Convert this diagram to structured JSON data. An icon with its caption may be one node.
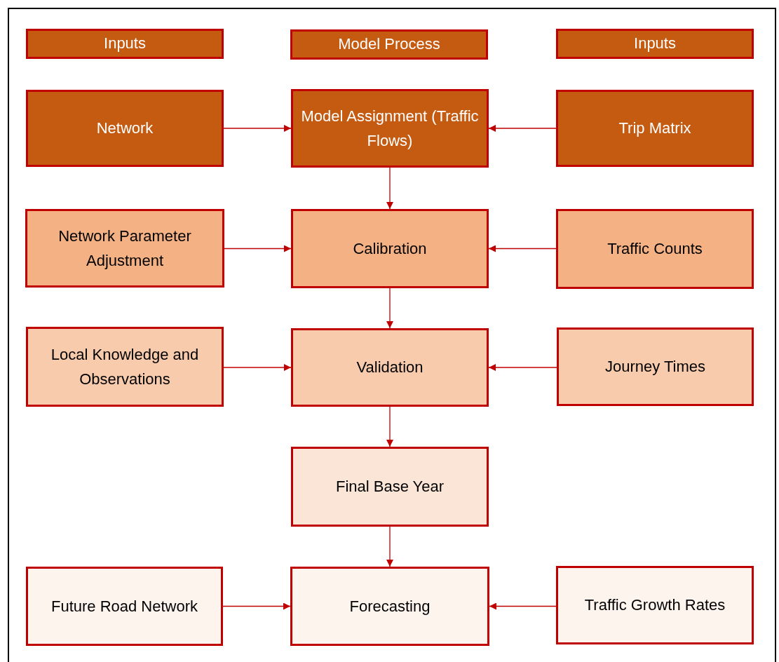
{
  "diagram": {
    "nodes": [
      {
        "text": [
          "Inputs"
        ]
      },
      {
        "text": [
          "Model Process"
        ]
      },
      {
        "text": [
          "Inputs"
        ]
      },
      {
        "text": [
          "Network"
        ]
      },
      {
        "text": [
          "Model Assignment (Traffic Flows)"
        ]
      },
      {
        "text": [
          "Trip Matrix"
        ]
      },
      {
        "text": [
          "Network Parameter Adjustment"
        ]
      },
      {
        "text": [
          "Calibration"
        ]
      },
      {
        "text": [
          "Traffic Counts"
        ]
      },
      {
        "text": [
          "Local Knowledge and Observations"
        ]
      },
      {
        "text": [
          "Validation"
        ]
      },
      {
        "text": [
          "Journey Times"
        ]
      },
      {
        "text": [
          "Final Base Year"
        ]
      },
      {
        "text": [
          "Future Road Network"
        ]
      },
      {
        "text": [
          "Forecasting"
        ]
      },
      {
        "text": [
          "Traffic Growth Rates"
        ]
      }
    ],
    "edges": [
      {
        "from": 3,
        "to": 4,
        "arrow": "to"
      },
      {
        "from": 5,
        "to": 4,
        "arrow": "to"
      },
      {
        "from": 4,
        "to": 7,
        "arrow": "to"
      },
      {
        "from": 6,
        "to": 7,
        "arrow": "to"
      },
      {
        "from": 8,
        "to": 7,
        "arrow": "to"
      },
      {
        "from": 7,
        "to": 10,
        "arrow": "to"
      },
      {
        "from": 9,
        "to": 10,
        "arrow": "to"
      },
      {
        "from": 11,
        "to": 10,
        "arrow": "to"
      },
      {
        "from": 10,
        "to": 12,
        "arrow": "to"
      },
      {
        "from": 12,
        "to": 14,
        "arrow": "to"
      },
      {
        "from": 13,
        "to": 14,
        "arrow": "to"
      },
      {
        "from": 15,
        "to": 14,
        "arrow": "to"
      }
    ]
  }
}
